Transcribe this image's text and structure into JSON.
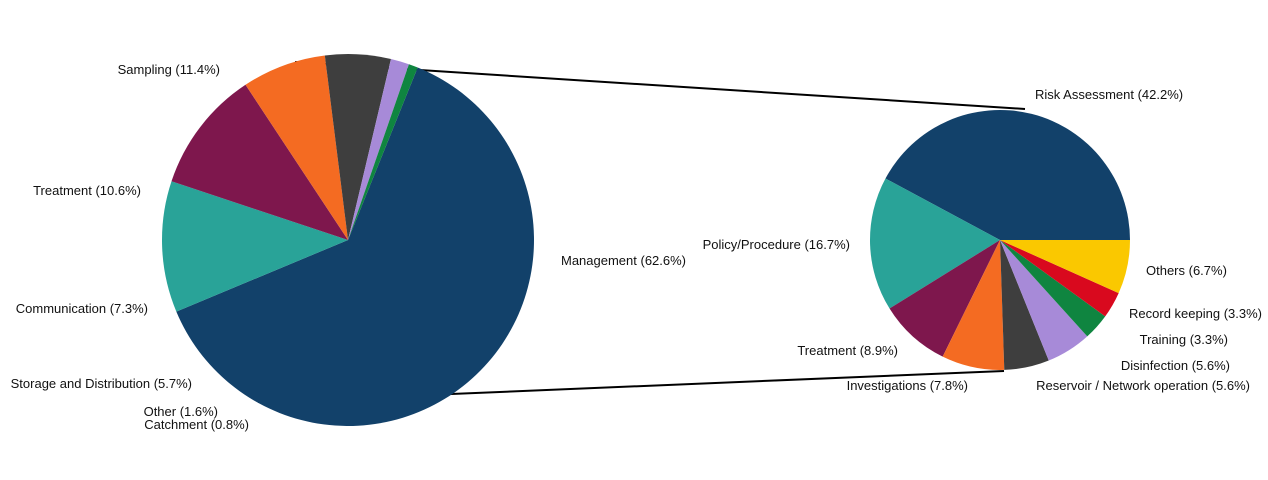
{
  "chart_data": [
    {
      "type": "pie",
      "title": "",
      "slices": [
        {
          "label": "Management (62.6%)",
          "value": 62.6,
          "color": "#12416a"
        },
        {
          "label": "Sampling (11.4%)",
          "value": 11.4,
          "color": "#29a398"
        },
        {
          "label": "Treatment (10.6%)",
          "value": 10.6,
          "color": "#7e174d"
        },
        {
          "label": "Communication (7.3%)",
          "value": 7.3,
          "color": "#f46b22"
        },
        {
          "label": "Storage and Distribution (5.7%)",
          "value": 5.7,
          "color": "#3e3e3e"
        },
        {
          "label": "Other (1.6%)",
          "value": 1.6,
          "color": "#a78ad8"
        },
        {
          "label": "Catchment (0.8%)",
          "value": 0.8,
          "color": "#0f8540"
        }
      ]
    },
    {
      "type": "pie",
      "title": "",
      "slices": [
        {
          "label": "Risk Assessment (42.2%)",
          "value": 42.2,
          "color": "#12416a"
        },
        {
          "label": "Policy/Procedure (16.7%)",
          "value": 16.7,
          "color": "#29a398"
        },
        {
          "label": "Treatment (8.9%)",
          "value": 8.9,
          "color": "#7e174d"
        },
        {
          "label": "Investigations (7.8%)",
          "value": 7.8,
          "color": "#f46b22"
        },
        {
          "label": "Reservoir / Network operation (5.6%)",
          "value": 5.6,
          "color": "#3e3e3e"
        },
        {
          "label": "Disinfection (5.6%)",
          "value": 5.6,
          "color": "#a78ad8"
        },
        {
          "label": "Training (3.3%)",
          "value": 3.3,
          "color": "#0f8540"
        },
        {
          "label": "Record keeping (3.3%)",
          "value": 3.3,
          "color": "#d9091e"
        },
        {
          "label": "Others (6.7%)",
          "value": 6.7,
          "color": "#fac800"
        }
      ]
    }
  ]
}
